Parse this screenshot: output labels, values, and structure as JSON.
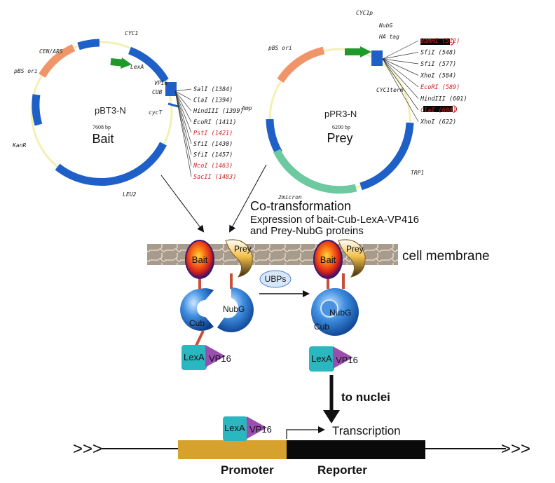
{
  "plasmid_bait": {
    "name": "pBT3-N",
    "size": "7608 bp",
    "label": "Bait",
    "features": [
      "CEN/ARS",
      "CYC1",
      "LexA",
      "VP16",
      "CUB",
      "cycT",
      "pBS ori",
      "KanR",
      "LEU2"
    ],
    "sites": [
      {
        "text": "SalI (1384)",
        "red": false
      },
      {
        "text": "ClaI (1394)",
        "red": false
      },
      {
        "text": "HindIII (1399)",
        "red": false
      },
      {
        "text": "EcoRI (1411)",
        "red": false
      },
      {
        "text": "PstI (1421)",
        "red": true
      },
      {
        "text": "SfiI (1430)",
        "red": false
      },
      {
        "text": "SfiI (1457)",
        "red": false
      },
      {
        "text": "NcoI (1463)",
        "red": true
      },
      {
        "text": "SacII (1483)",
        "red": true
      }
    ]
  },
  "plasmid_prey": {
    "name": "pPR3-N",
    "size": "6200 bp",
    "label": "Prey",
    "features": [
      "CYC1p",
      "NubG",
      "HA tag",
      "pBS ori",
      "CYC1term",
      "Amp",
      "2micron",
      "TRP1"
    ],
    "sites": [
      {
        "text": "BamHI (512)",
        "red": true
      },
      {
        "text": "SfiI (548)",
        "red": false
      },
      {
        "text": "SfiI (577)",
        "red": false
      },
      {
        "text": "XhoI (584)",
        "red": false
      },
      {
        "text": "EcoRI (589)",
        "red": true
      },
      {
        "text": "HindIII (601)",
        "red": false
      },
      {
        "text": "ClaI (608)",
        "red": true
      },
      {
        "text": "XhoI (622)",
        "red": false
      }
    ]
  },
  "labels": {
    "cotransformation": "Co-transformation",
    "expression_line1": "Expression of bait-Cub-LexA-VP416",
    "expression_line2": "and Prey-NubG proteins",
    "cell_membrane": "cell membrane",
    "ubps": "UBPs",
    "bait": "Bait",
    "prey": "Prey",
    "cub": "Cub",
    "nubg": "NubG",
    "lexa": "LexA",
    "vp16": "VP16",
    "to_nuclei": "to nuclei",
    "transcription": "Transcription",
    "promoter": "Promoter",
    "reporter": "Reporter"
  },
  "colors": {
    "feature_blue": "#1f5fc8",
    "ori_orange": "#f0956a",
    "cyc_green": "#1f9a2a",
    "micron_green": "#6cc9a0",
    "membrane": "#a89b8c",
    "bait_red": "#e8301a",
    "lexa_teal": "#2ab7c0",
    "vp16_purple": "#9a4fb0",
    "promoter_gold": "#d6a12c",
    "reporter_black": "#0a0a0a",
    "restriction_red": "#d21f1f"
  }
}
